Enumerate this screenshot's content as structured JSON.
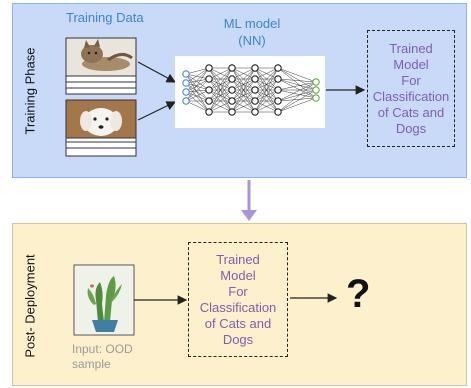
{
  "training": {
    "phase_label": "Training Phase",
    "data_title": "Training Data",
    "model_title_line1": "ML model",
    "model_title_line2": "(NN)",
    "output_box": [
      "Trained",
      "Model",
      "For",
      "Classification",
      "of Cats and",
      "Dogs"
    ],
    "colors": {
      "panel": "#c9daf8",
      "title_blue": "#3d85c6",
      "box_text": "#7d5fb0"
    }
  },
  "post": {
    "phase_label": "Post- Deployment",
    "model_box": [
      "Trained",
      "Model",
      "For",
      "Classification",
      "of Cats and",
      "Dogs"
    ],
    "result": "?",
    "input_label_line1": "Input: OOD",
    "input_label_line2": "sample",
    "colors": {
      "panel": "#fdf0cc",
      "box_text": "#7d5fb0",
      "input_label": "#9a9a9a"
    }
  },
  "connector_color": "#a895d8"
}
